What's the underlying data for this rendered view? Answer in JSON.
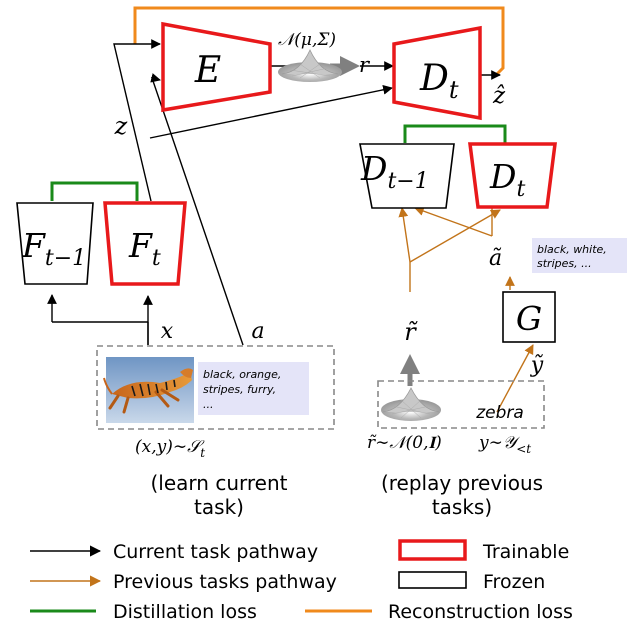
{
  "modules": {
    "encoder": "E",
    "decoder_t": "D",
    "decoder_t_sub": "t",
    "decoder_prev": "D",
    "decoder_prev_sub": "t−1",
    "decoder_new": "D",
    "decoder_new_sub": "t",
    "feature_prev": "F",
    "feature_prev_sub": "t−1",
    "feature_t": "F",
    "feature_t_sub": "t",
    "generator": "G"
  },
  "symbols": {
    "normal_dist": "𝒩(μ,Σ)",
    "r": "r",
    "z_hat": "ẑ",
    "z": "z",
    "x": "x",
    "a": "a",
    "r_tilde": "r̃",
    "a_tilde": "ã",
    "y_tilde": "ỹ"
  },
  "current_task": {
    "attributes": "black, orange, stripes, furry, ...",
    "attributes_lines": [
      "black, orange,",
      "stripes, furry,",
      "..."
    ],
    "sample_label": "(x,y)∼𝒮",
    "sample_label_sub": "t",
    "caption_lines": [
      "(learn current",
      "task)"
    ]
  },
  "replay": {
    "attributes": "black, white, stripes, ...",
    "attributes_lines": [
      "black, white,",
      "stripes, ..."
    ],
    "class_name": "zebra",
    "noise_label": "r̃∼𝒩(0,𝐈)",
    "class_label": "y∼𝒴",
    "class_label_sub": "<t",
    "caption_lines": [
      "(replay previous",
      "tasks)"
    ]
  },
  "legend": {
    "current_pathway": "Current task pathway",
    "previous_pathway": "Previous tasks pathway",
    "distillation": "Distillation loss",
    "reconstruction": "Reconstruction loss",
    "trainable": "Trainable",
    "frozen": "Frozen"
  },
  "colors": {
    "current_arrow": "#000000",
    "previous_arrow": "#c2741a",
    "distillation": "#1a8a1a",
    "reconstruction": "#f08a1c",
    "trainable": "#e8191b",
    "frozen": "#000000",
    "attribute_box": "#e4e4f8"
  }
}
